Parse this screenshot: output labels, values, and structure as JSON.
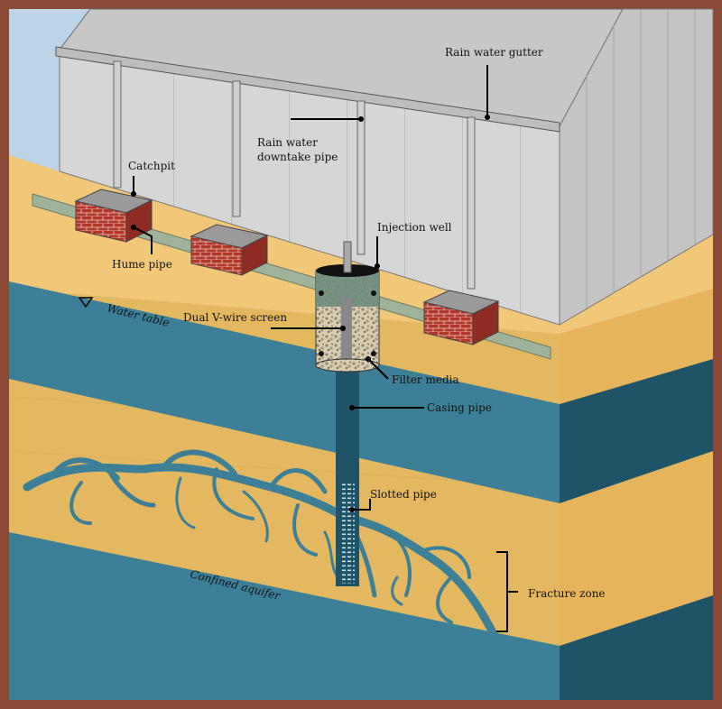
{
  "labels": {
    "gutter": "Rain water gutter",
    "downtake_line1": "Rain water",
    "downtake_line2": "downtake pipe",
    "catchpit": "Catchpit",
    "injection_well": "Injection well",
    "hume_pipe": "Hume pipe",
    "water_table": "Water table",
    "dual_screen": "Dual V-wire screen",
    "filter_media": "Filter media",
    "casing_pipe": "Casing pipe",
    "slotted_pipe": "Slotted pipe",
    "confined_aquifer": "Confined aquifer",
    "fracture_zone": "Fracture zone"
  },
  "colors": {
    "frame": "#8b4a35",
    "sky": "#bcd4e6",
    "soil": "#f0c878",
    "soil_dark": "#e3b860",
    "aquifer": "#3d7f96",
    "aquifer_dark": "#1f5468",
    "building": "#d4d4d4",
    "brick": "#b5372c",
    "pipe": "#9fb39a"
  }
}
